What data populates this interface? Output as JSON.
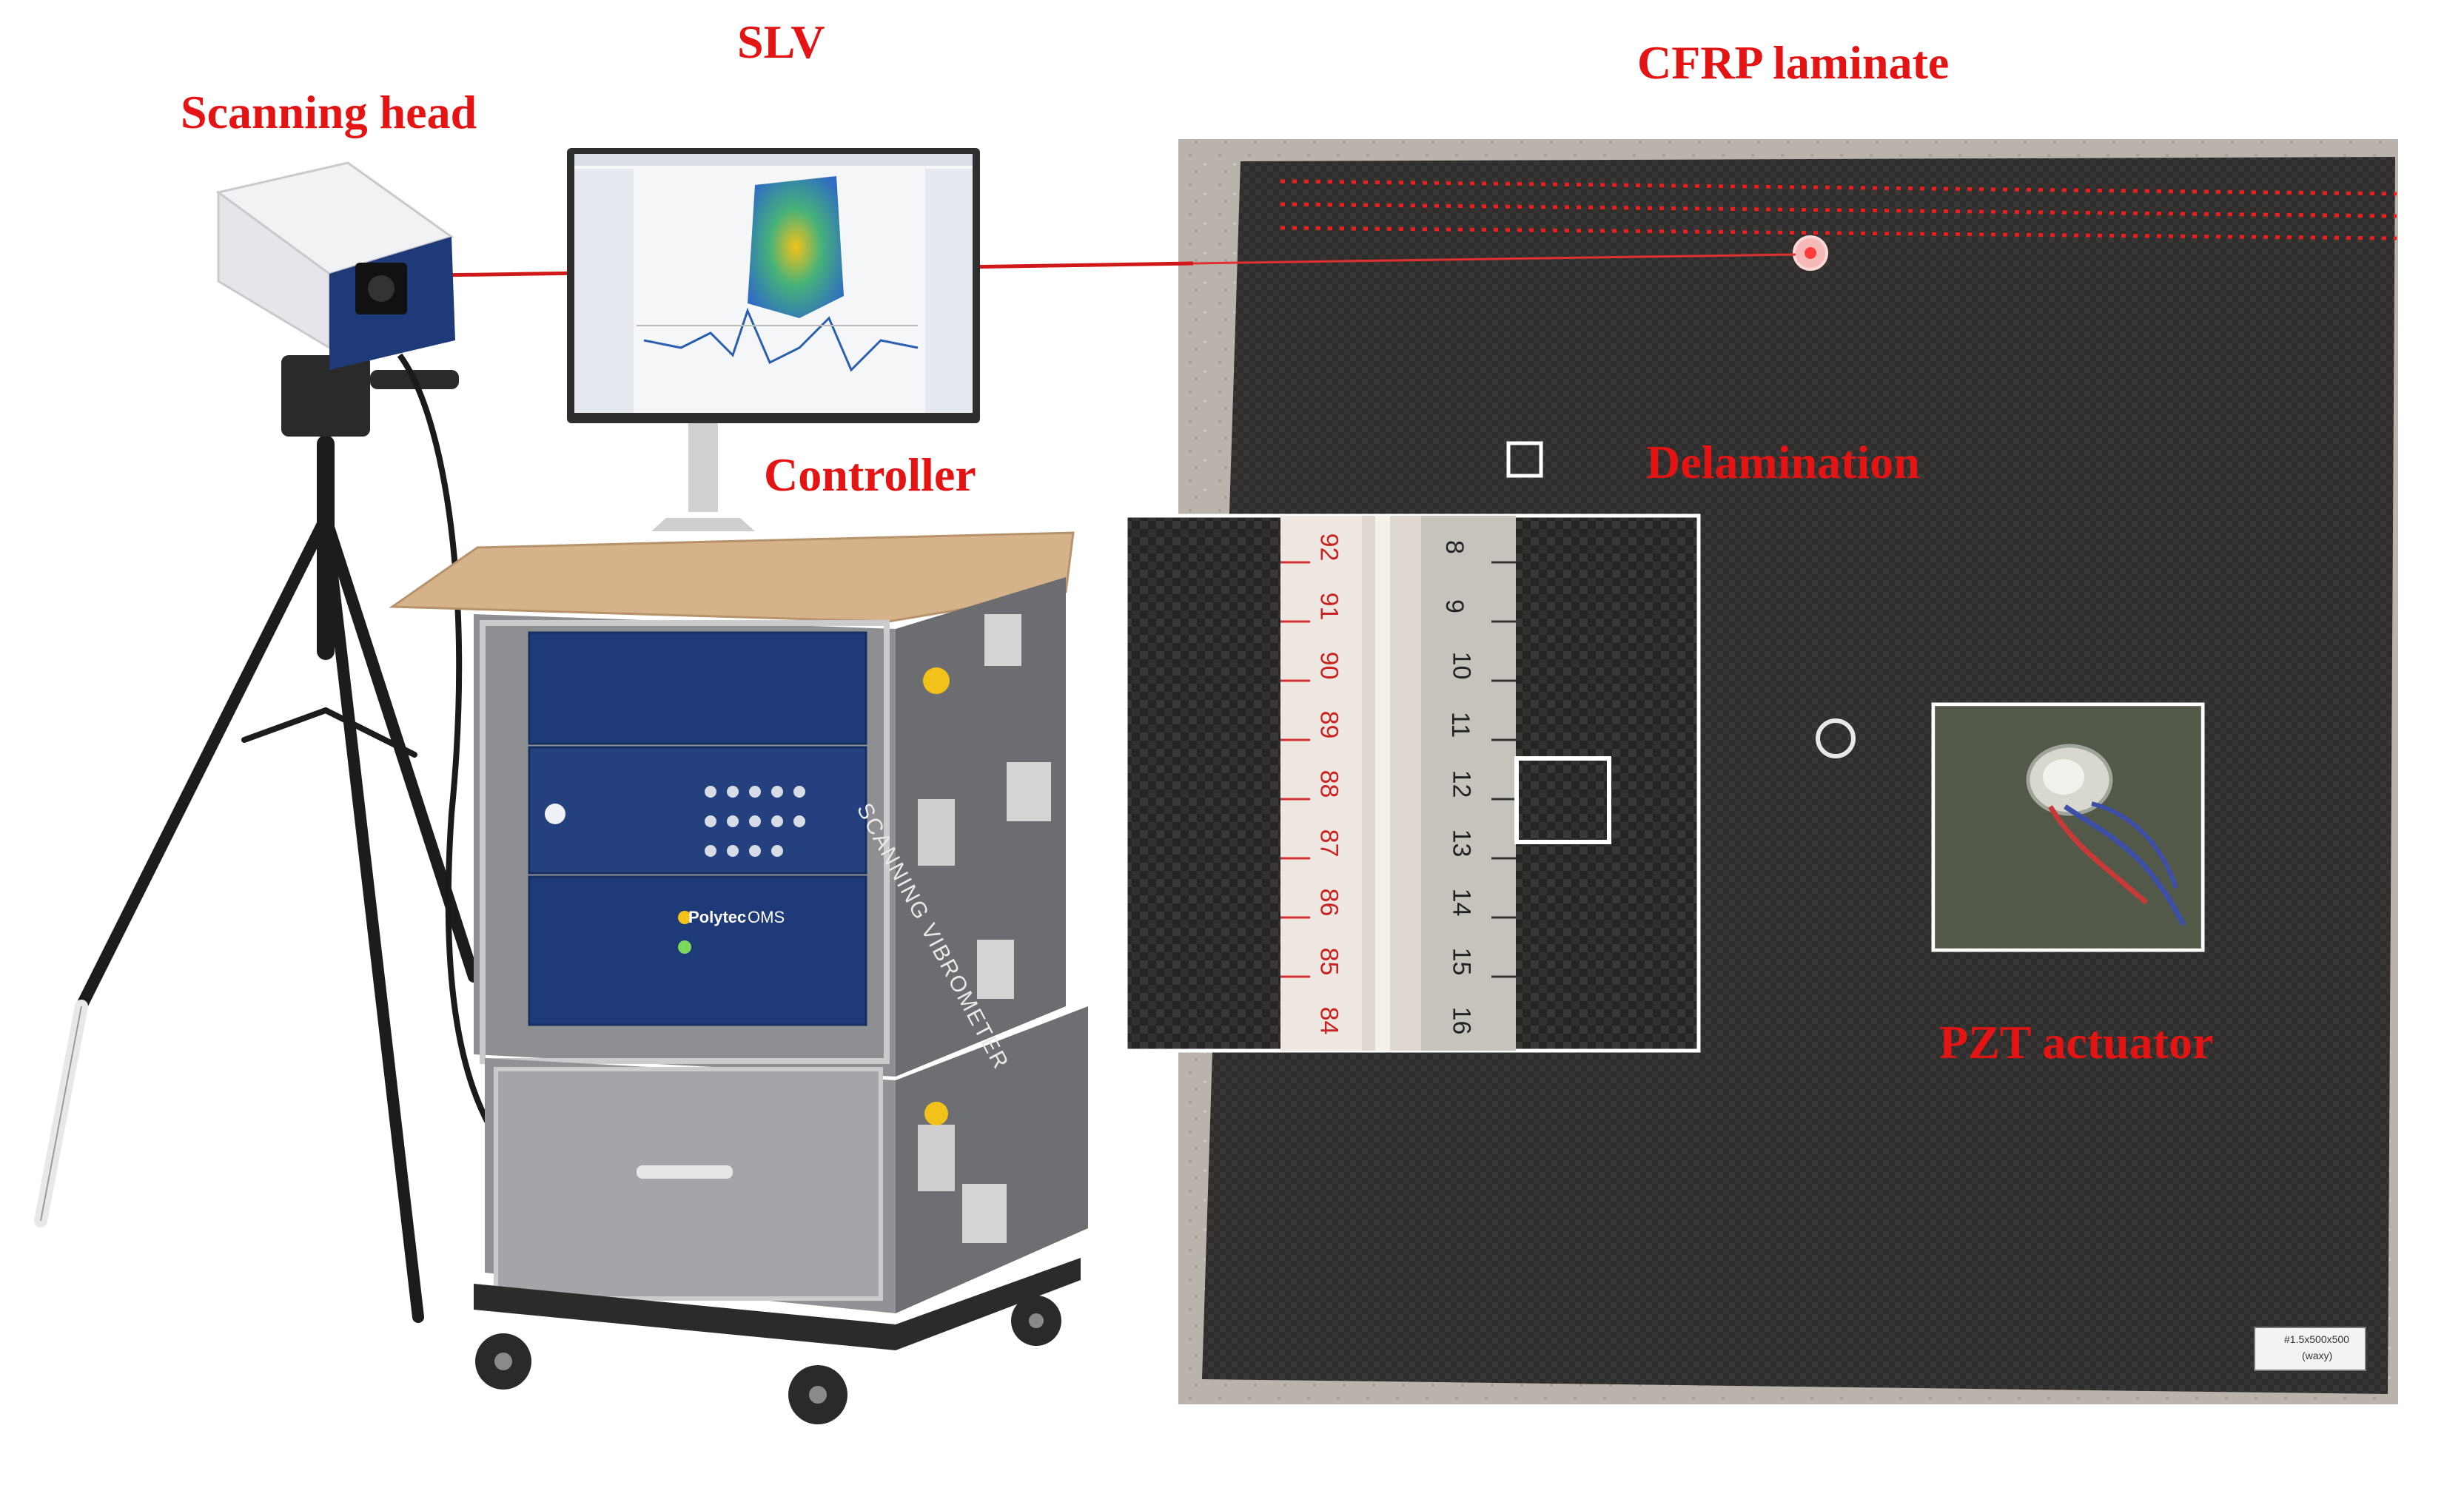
{
  "labels": {
    "scanning_head": "Scanning head",
    "slv": "SLV",
    "controller": "Controller",
    "cfrp_laminate": "CFRP laminate",
    "delamination": "Delamination",
    "pzt_actuator": "PZT actuator"
  },
  "equipment_text": {
    "case_side": "SCANNING VIBROMETER",
    "brand": "Polytec",
    "panel_model": "OMS"
  },
  "ruler": {
    "red_ticks": [
      "92",
      "91",
      "90",
      "89",
      "88",
      "87",
      "86",
      "85",
      "84"
    ],
    "steel_ticks": [
      "8",
      "9",
      "10",
      "11",
      "12",
      "13",
      "14",
      "15",
      "16"
    ]
  },
  "specimen_tag": {
    "line1": "#1.5x500x500",
    "line2": "(waxy)"
  },
  "colors": {
    "label_red": "#e41414",
    "laminate": "#2e2c2b",
    "laser_line": "#d01818",
    "instrument_blue": "#1f3a78"
  }
}
